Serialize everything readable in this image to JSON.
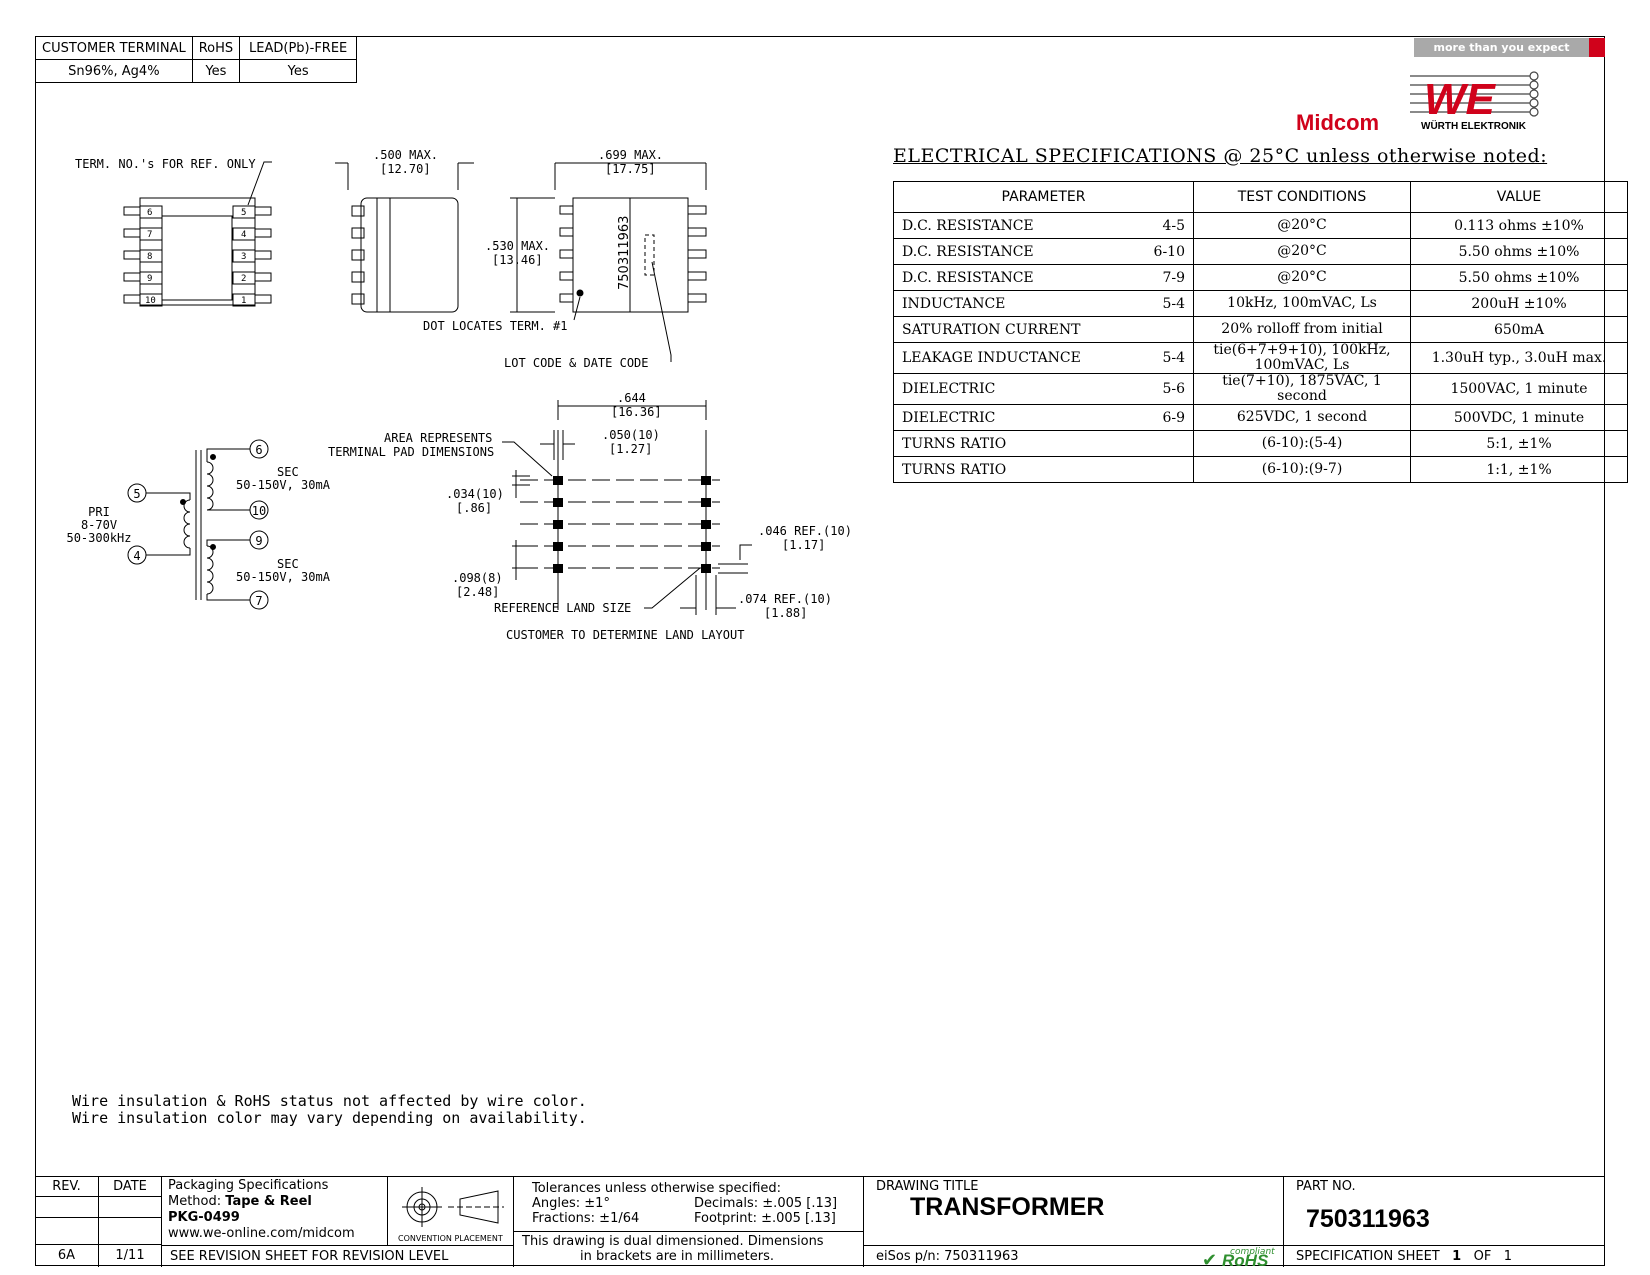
{
  "terminal_table": {
    "headers": [
      "CUSTOMER TERMINAL",
      "RoHS",
      "LEAD(Pb)-FREE"
    ],
    "values": [
      "Sn96%, Ag4%",
      "Yes",
      "Yes"
    ]
  },
  "brand": {
    "tagline": "more than you expect",
    "midcom": "Midcom",
    "logo": "WE",
    "wurth": "WÜRTH ELEKTRONIK",
    "red": "#d0021b",
    "grey": "#a9a9a9"
  },
  "drawing": {
    "term_note": "TERM. NO.'s FOR REF. ONLY",
    "pins_left": [
      "6",
      "7",
      "8",
      "9",
      "10"
    ],
    "pins_right": [
      "5",
      "4",
      "3",
      "2",
      "1"
    ],
    "dim_width_in": ".500 MAX.",
    "dim_width_mm": "[12.70]",
    "dim_len_in": ".699 MAX.",
    "dim_len_mm": "[17.75]",
    "dim_ht_in": ".530 MAX.",
    "dim_ht_mm": "[13.46]",
    "part_mark": "750311963",
    "dot_note": "DOT LOCATES TERM. #1",
    "lot_note": "LOT CODE & DATE CODE",
    "land_pitch_in": ".644",
    "land_pitch_mm": "[16.36]",
    "area_note_1": "AREA REPRESENTS",
    "area_note_2": "TERMINAL PAD DIMENSIONS",
    "pad_w_in": ".050(10)",
    "pad_w_mm": "[1.27]",
    "pad_h_in": ".034(10)",
    "pad_h_mm": "[.86]",
    "ref_046_in": ".046 REF.(10)",
    "ref_046_mm": "[1.17]",
    "pitch_in": ".098(8)",
    "pitch_mm": "[2.48]",
    "ref_074_in": ".074 REF.(10)",
    "ref_074_mm": "[1.88]",
    "ref_land": "REFERENCE LAND SIZE",
    "customer_land": "CUSTOMER TO DETERMINE LAND LAYOUT",
    "schematic": {
      "pri_label": "PRI",
      "pri_v": "8-70V",
      "pri_f": "50-300kHz",
      "sec_label": "SEC",
      "sec_v": "50-150V, 30mA",
      "nodes": [
        "6",
        "10",
        "5",
        "4",
        "9",
        "7"
      ]
    }
  },
  "spec_title": "ELECTRICAL SPECIFICATIONS @ 25°C unless otherwise noted:",
  "spec_headers": [
    "PARAMETER",
    "TEST CONDITIONS",
    "VALUE"
  ],
  "spec_rows": [
    {
      "param": "D.C. RESISTANCE",
      "pins": "4-5",
      "cond": "@20°C",
      "value": "0.113 ohms ±10%"
    },
    {
      "param": "D.C. RESISTANCE",
      "pins": "6-10",
      "cond": "@20°C",
      "value": "5.50 ohms ±10%"
    },
    {
      "param": "D.C. RESISTANCE",
      "pins": "7-9",
      "cond": "@20°C",
      "value": "5.50 ohms ±10%"
    },
    {
      "param": "INDUCTANCE",
      "pins": "5-4",
      "cond": "10kHz, 100mVAC, Ls",
      "value": "200uH ±10%"
    },
    {
      "param": "SATURATION CURRENT",
      "pins": "",
      "cond": "20% rolloff from initial",
      "value": "650mA"
    },
    {
      "param": "LEAKAGE INDUCTANCE",
      "pins": "5-4",
      "cond": "tie(6+7+9+10), 100kHz, 100mVAC, Ls",
      "value": "1.30uH typ., 3.0uH max."
    },
    {
      "param": "DIELECTRIC",
      "pins": "5-6",
      "cond": "tie(7+10), 1875VAC, 1 second",
      "value": "1500VAC, 1 minute"
    },
    {
      "param": "DIELECTRIC",
      "pins": "6-9",
      "cond": "625VDC, 1 second",
      "value": "500VDC, 1 minute"
    },
    {
      "param": "TURNS RATIO",
      "pins": "",
      "cond": "(6-10):(5-4)",
      "value": "5:1, ±1%"
    },
    {
      "param": "TURNS RATIO",
      "pins": "",
      "cond": "(6-10):(9-7)",
      "value": "1:1, ±1%"
    }
  ],
  "notes": [
    "Wire insulation & RoHS status not affected by wire color.",
    "Wire insulation color may vary depending on availability."
  ],
  "title_block": {
    "rev_label": "REV.",
    "date_label": "DATE",
    "rev": "6A",
    "date": "1/11",
    "pkg_title": "Packaging Specifications",
    "method_label": "Method:",
    "method": "Tape & Reel",
    "pkg": "PKG-0499",
    "url": "www.we-online.com/midcom",
    "revision_note": "SEE REVISION SHEET FOR REVISION LEVEL",
    "convention": "CONVENTION PLACEMENT",
    "tol_title": "Tolerances unless otherwise specified:",
    "angles": "Angles: ±1°",
    "fractions": "Fractions: ±1/64",
    "decimals": "Decimals: ±.005 [.13]",
    "footprint": "Footprint: ±.005 [.13]",
    "dual_1": "This drawing is dual dimensioned. Dimensions",
    "dual_2": "in brackets are in millimeters.",
    "drawing_title_label": "DRAWING TITLE",
    "drawing_title": "TRANSFORMER",
    "eisos": "eiSos p/n: 750311963",
    "part_label": "PART NO.",
    "part_no": "750311963",
    "rohs_compliant": "compliant",
    "rohs": "RoHS",
    "sheet_label": "SPECIFICATION SHEET",
    "sheet_num": "1",
    "sheet_of": "OF",
    "sheet_total": "1"
  }
}
